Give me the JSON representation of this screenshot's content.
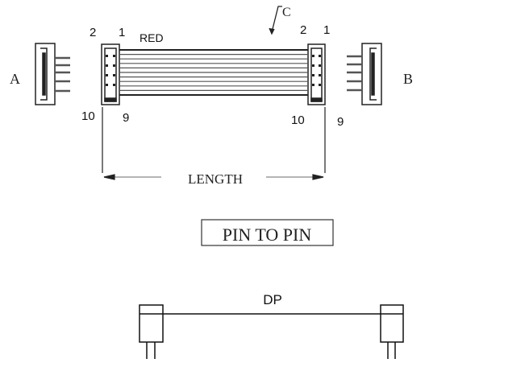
{
  "labels": {
    "end_a": "A",
    "end_b": "B",
    "callout_c": "C",
    "wire_color": "RED",
    "left_pin_top_2": "2",
    "left_pin_top_1": "1",
    "left_pin_bottom_10": "10",
    "left_pin_bottom_9": "9",
    "right_pin_top_2": "2",
    "right_pin_top_1": "1",
    "right_pin_bottom_10": "10",
    "right_pin_bottom_9": "9",
    "length": "LENGTH",
    "wiring_type": "PIN TO PIN",
    "schematic_label": "DP"
  },
  "wire_count": 10
}
